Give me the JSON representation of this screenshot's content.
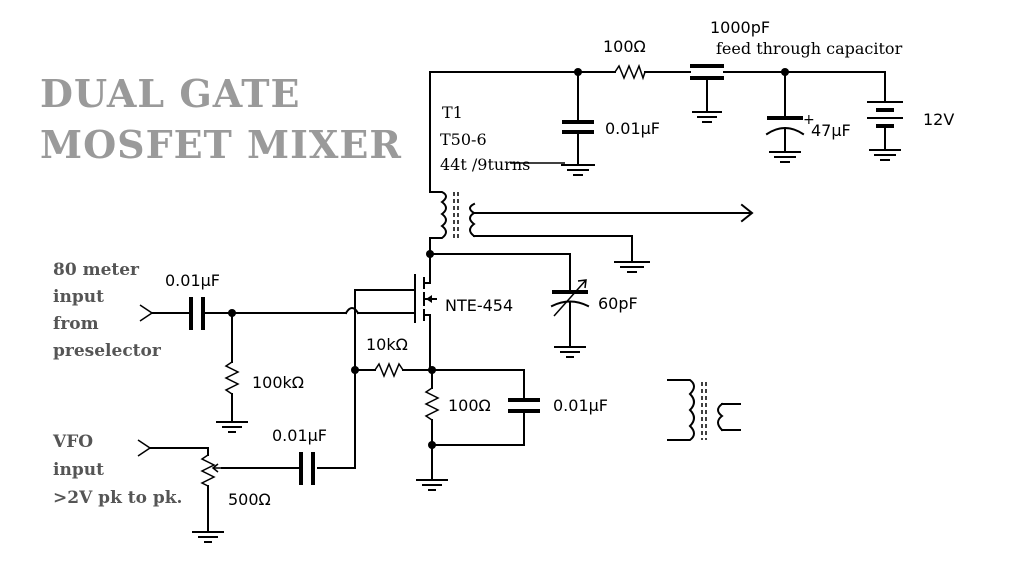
{
  "title": {
    "line1": "DUAL GATE",
    "line2": "MOSFET MIXER"
  },
  "transformer": {
    "name": "T1",
    "core": "T50-6",
    "turns": "44t /9turns"
  },
  "supply": {
    "resistor": "100Ω",
    "feedthrough_value": "1000pF",
    "feedthrough_desc": "feed through capacitor",
    "bypass_cap": "0.01μF",
    "electrolytic": "47μF",
    "electrolytic_polarity": "+",
    "battery": "12V"
  },
  "mosfet": {
    "part": "NTE-454"
  },
  "trimmer": {
    "value": "60pF"
  },
  "rf_input": {
    "label_lines": [
      "80 meter",
      "input",
      "from",
      "preselector"
    ],
    "coupling_cap": "0.01μF",
    "bias_resistor": "100kΩ"
  },
  "gate2": {
    "resistor": "10kΩ"
  },
  "source": {
    "resistor": "100Ω",
    "bypass_cap": "0.01μF"
  },
  "vfo": {
    "label_lines": [
      "VFO",
      "input",
      ">2V pk to pk."
    ],
    "coupling_cap": "0.01μF",
    "pot": "500Ω"
  }
}
